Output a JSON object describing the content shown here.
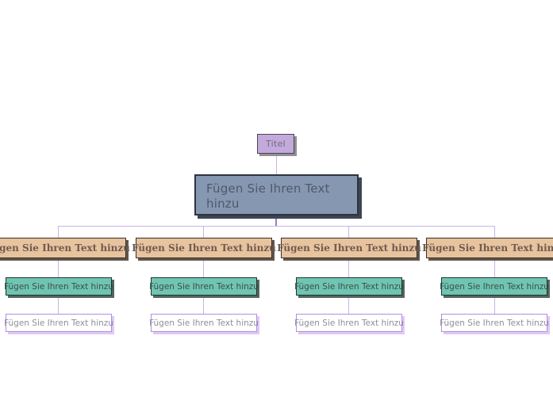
{
  "diagram": {
    "type": "mindmap-tree",
    "root": {
      "label": "Titel"
    },
    "main_topic": {
      "label": "Fügen Sie Ihren Text hinzu"
    },
    "branches": [
      {
        "level1": "Fügen Sie Ihren Text hinzu",
        "level2": "Fügen Sie Ihren Text hinzu",
        "level3": "Fügen Sie Ihren Text hinzu"
      },
      {
        "level1": "Fügen Sie Ihren Text hinzu",
        "level2": "Fügen Sie Ihren Text hinzu",
        "level3": "Fügen Sie Ihren Text hinzu"
      },
      {
        "level1": "Fügen Sie Ihren Text hinzu",
        "level2": "Fügen Sie Ihren Text hinzu",
        "level3": "Fügen Sie Ihren Text hinzu"
      },
      {
        "level1": "Fügen Sie Ihren Text hinzu",
        "level2": "Fügen Sie Ihren Text hinzu",
        "level3": "Fügen Sie Ihren Text hinzu"
      }
    ],
    "colors": {
      "root_fill": "#c4a9dc",
      "main_fill": "#8697b1",
      "level1_fill": "#e7c39e",
      "level2_fill": "#6fc5b2",
      "level3_fill": "#ffffff",
      "level3_border": "#b48ee2",
      "connector": "#c9b5e6",
      "connector_main": "#9c7bc6",
      "background": "#ffffff"
    }
  }
}
